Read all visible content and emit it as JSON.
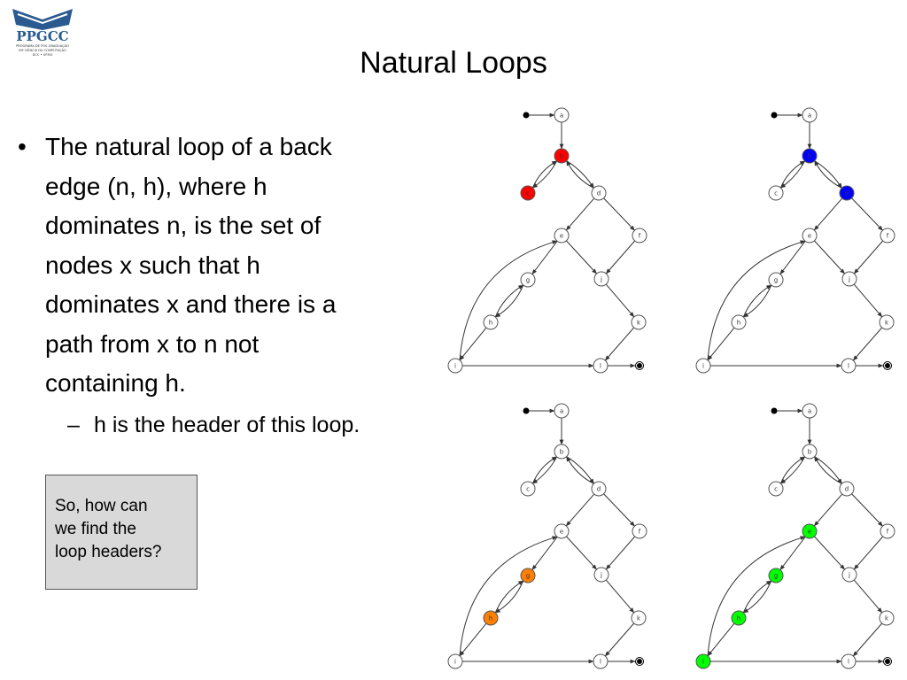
{
  "logo": {
    "name": "PPGCC",
    "subtitle_lines": [
      "PROGRAMA DE PÓS-GRADUAÇÃO",
      "EM CIÊNCIA DA COMPUTAÇÃO",
      "DCC • UFMG"
    ]
  },
  "title": "Natural Loops",
  "bullet": {
    "lines": [
      "The natural loop of a back",
      "edge (n, h), where h",
      "dominates n, is the set of",
      "nodes x such that h",
      "dominates x and there is a",
      "path from x to n not",
      "containing h."
    ],
    "sub": "h is the header of this loop."
  },
  "note": {
    "lines": [
      "So, how can",
      "we find the",
      "loop headers?"
    ]
  },
  "cfg": {
    "nodes": [
      "a",
      "b",
      "c",
      "d",
      "e",
      "f",
      "g",
      "j",
      "h",
      "k",
      "i",
      "l"
    ],
    "edges": [
      [
        "a",
        "b"
      ],
      [
        "b",
        "c"
      ],
      [
        "c",
        "b"
      ],
      [
        "b",
        "d"
      ],
      [
        "d",
        "b"
      ],
      [
        "d",
        "e"
      ],
      [
        "d",
        "f"
      ],
      [
        "e",
        "j"
      ],
      [
        "f",
        "j"
      ],
      [
        "j",
        "k"
      ],
      [
        "e",
        "g"
      ],
      [
        "g",
        "h"
      ],
      [
        "h",
        "g"
      ],
      [
        "h",
        "i"
      ],
      [
        "i",
        "e"
      ],
      [
        "k",
        "l"
      ],
      [
        "i",
        "l"
      ]
    ]
  },
  "graphs": [
    {
      "id": "top-left",
      "highlight": {
        "b": "#ff0000",
        "c": "#ff0000"
      }
    },
    {
      "id": "top-right",
      "highlight": {
        "b": "#0000ff",
        "d": "#0000ff"
      }
    },
    {
      "id": "bottom-left",
      "highlight": {
        "g": "#ff8000",
        "h": "#ff8000"
      }
    },
    {
      "id": "bottom-right",
      "highlight": {
        "e": "#00ff00",
        "g": "#00ff00",
        "h": "#00ff00",
        "i": "#00ff00"
      }
    }
  ]
}
